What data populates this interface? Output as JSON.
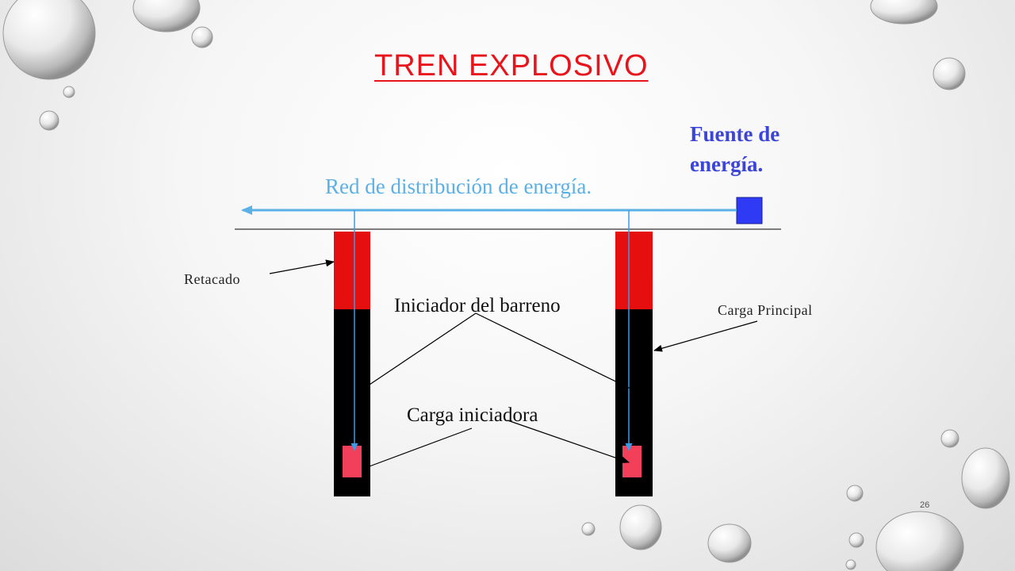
{
  "slide": {
    "title": "TREN EXPLOSIVO",
    "page_number": "26"
  },
  "labels": {
    "energy_source": "Fuente de energía.",
    "distribution_network": "Red de distribución de energía.",
    "stemming": "Retacado",
    "borehole_initiator": "Iniciador del barreno",
    "main_charge": "Carga Principal",
    "initiating_charge": "Carga iniciadora"
  },
  "colors": {
    "title": "#e8141b",
    "energy_source": "#3b46d8",
    "distribution_network": "#5bb0e6",
    "stemming": "#e60f0f",
    "column": "#000000",
    "initiating_charge": "#f2405a",
    "source_box": "#2f3af5"
  }
}
